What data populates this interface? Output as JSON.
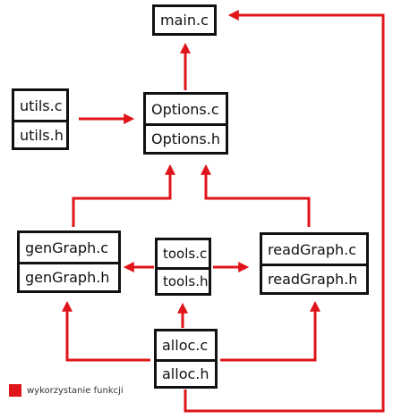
{
  "colors": {
    "arrow": "#e0151a",
    "box_border": "#111111",
    "background": "#ffffff"
  },
  "nodes": {
    "main_c": "main.c",
    "utils_c": "utils.c",
    "utils_h": "utils.h",
    "options_c": "Options.c",
    "options_h": "Options.h",
    "gengraph_c": "genGraph.c",
    "gengraph_h": "genGraph.h",
    "tools_c": "tools.c",
    "tools_h": "tools.h",
    "readgraph_c": "readGraph.c",
    "readgraph_h": "readGraph.h",
    "alloc_c": "alloc.c",
    "alloc_h": "alloc.h"
  },
  "edges": [
    {
      "from": "utils",
      "to": "Options"
    },
    {
      "from": "Options",
      "to": "main.c"
    },
    {
      "from": "genGraph",
      "to": "Options"
    },
    {
      "from": "readGraph",
      "to": "Options"
    },
    {
      "from": "tools",
      "to": "genGraph"
    },
    {
      "from": "tools",
      "to": "readGraph"
    },
    {
      "from": "alloc",
      "to": "tools"
    },
    {
      "from": "alloc",
      "to": "genGraph"
    },
    {
      "from": "alloc",
      "to": "readGraph"
    },
    {
      "from": "alloc",
      "to": "main.c"
    }
  ],
  "legend": {
    "label": "wykorzystanie funkcji",
    "swatch_color": "#e0151a"
  }
}
